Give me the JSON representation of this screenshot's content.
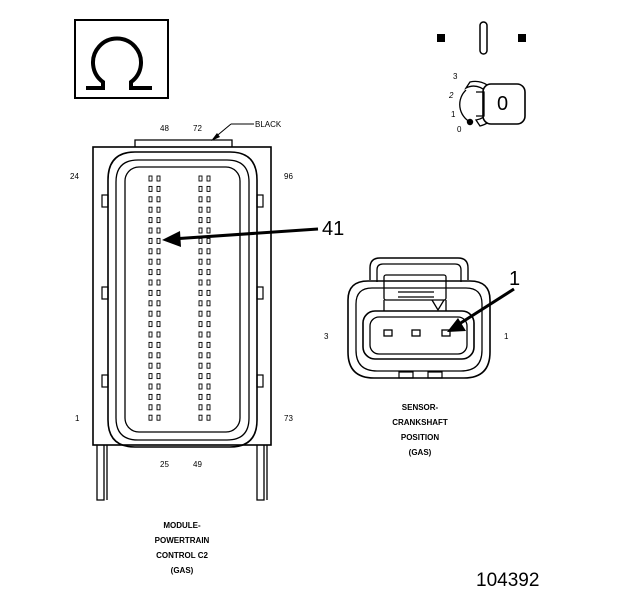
{
  "symbol": {
    "name": "ohm-symbol",
    "glyph": "Ω"
  },
  "ignition": {
    "positions": [
      "3",
      "2",
      "1",
      "0"
    ],
    "key_label": "0"
  },
  "pcm_connector": {
    "color_label": "BLACK",
    "pin_labels": {
      "top_left": "48",
      "top_right": "72",
      "left_upper": "24",
      "right_upper": "96",
      "bottom_left": "25",
      "bottom_right": "49",
      "left_lower": "1",
      "right_lower": "73"
    },
    "callout": "41",
    "caption_lines": [
      "MODULE-",
      "POWERTRAIN",
      "CONTROL C2",
      "(GAS)"
    ]
  },
  "sensor_connector": {
    "pin_left": "3",
    "pin_right": "1",
    "callout": "1",
    "caption_lines": [
      "SENSOR-",
      "CRANKSHAFT",
      "POSITION",
      "(GAS)"
    ]
  },
  "figure_number": "104392",
  "colors": {
    "ink": "#000000",
    "background": "#ffffff"
  }
}
